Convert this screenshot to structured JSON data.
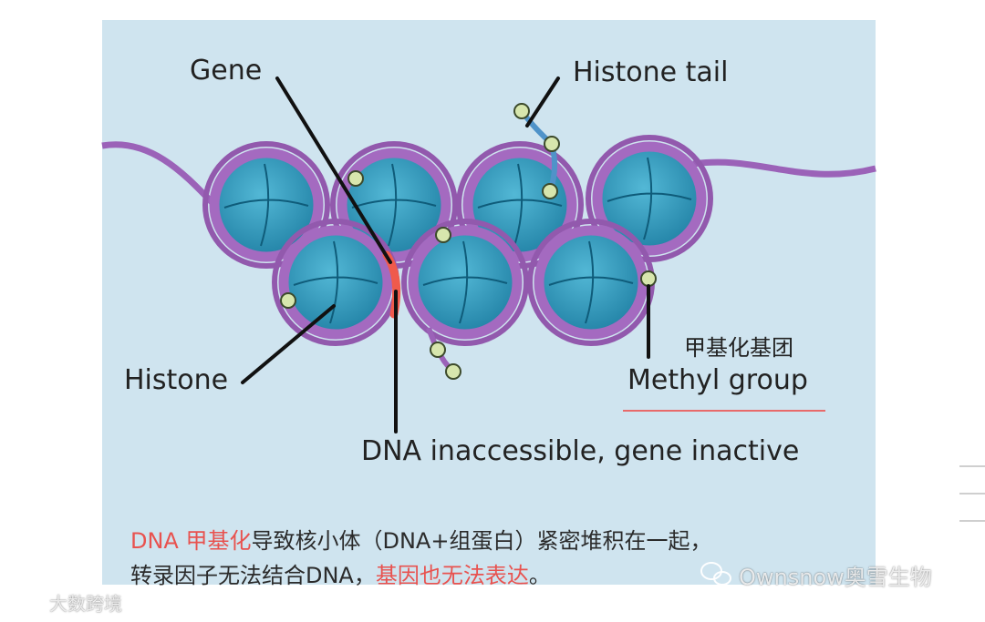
{
  "labels": {
    "gene": "Gene",
    "histone_tail": "Histone tail",
    "histone": "Histone",
    "methyl_cn": "甲基化基团",
    "methyl_en": "Methyl group",
    "dna_status": "DNA inaccessible, gene inactive"
  },
  "caption": {
    "line1_red": "DNA 甲基化",
    "line1_rest": "导致核小体（DNA+组蛋白）紧密堆积在一起，",
    "line2_start": "转录因子无法结合DNA，",
    "line2_red": "基因也无法表达",
    "line2_end": "。"
  },
  "watermarks": {
    "right": "Ownsnow奥雪生物",
    "left": "大数跨境"
  },
  "colors": {
    "panel": "#cfe4ef",
    "dna": "#9b62b8",
    "histone": "#2d93b5",
    "methyl": "#d7e6ad",
    "gene": "#ef5a4c",
    "accent_red": "#e8524f"
  }
}
